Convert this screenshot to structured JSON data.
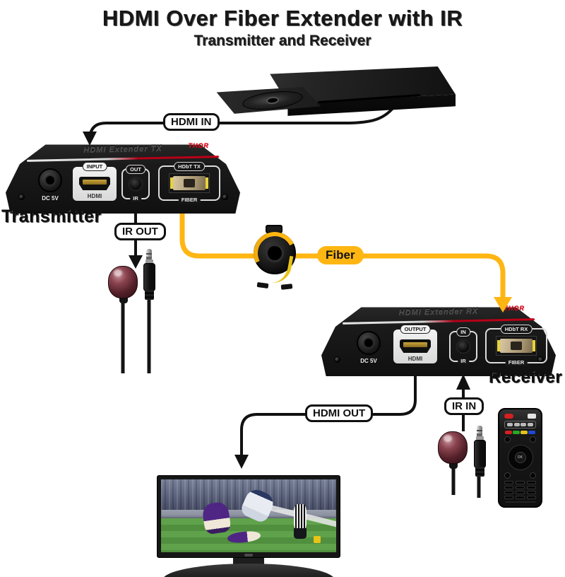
{
  "header": {
    "title": "HDMI Over Fiber Extender with IR",
    "subtitle": "Transmitter and Receiver"
  },
  "brand": "THOR",
  "labels": {
    "hdmi_in": "HDMI IN",
    "ir_out": "IR OUT",
    "fiber": "Fiber",
    "hdmi_out": "HDMI OUT",
    "ir_in": "IR IN"
  },
  "transmitter": {
    "caption": "Transmitter",
    "panel_title": "HDMI Extender TX",
    "ports": {
      "power": "DC 5V",
      "hdmi_top": "INPUT",
      "hdmi_bottom": "HDMI",
      "ir_top": "OUT",
      "ir_bottom": "IR",
      "fiber_top": "HDbT TX",
      "fiber_bottom": "FIBER"
    }
  },
  "receiver": {
    "caption": "Receiver",
    "panel_title": "HDMI Extender RX",
    "ports": {
      "power": "DC 5V",
      "hdmi_top": "OUTPUT",
      "hdmi_bottom": "HDMI",
      "ir_top": "IN",
      "ir_bottom": "IR",
      "fiber_top": "HDbT RX",
      "fiber_bottom": "FIBER"
    }
  },
  "remote": {
    "ok_label": "OK"
  },
  "colors": {
    "fiber_yellow": "#FFB612",
    "accent_red": "#C00018"
  }
}
